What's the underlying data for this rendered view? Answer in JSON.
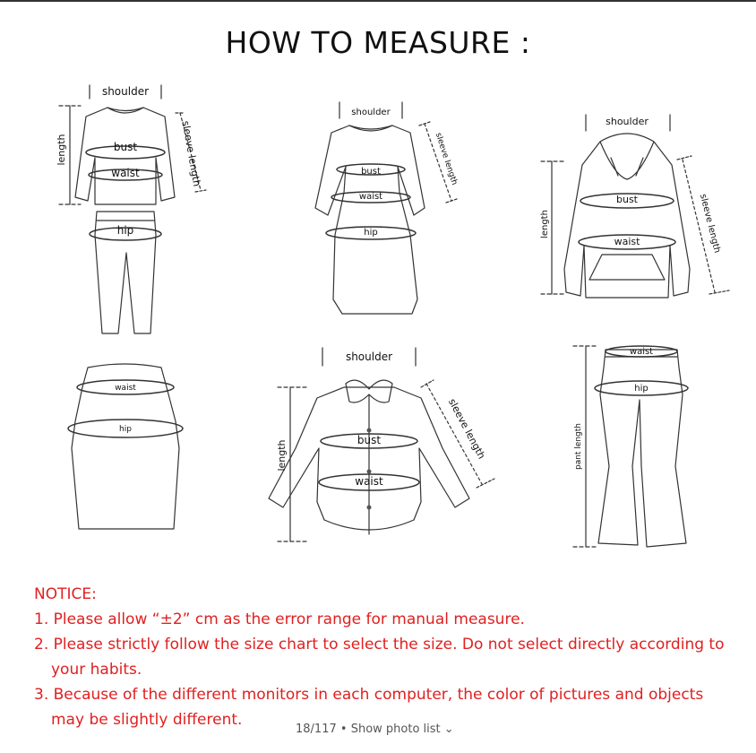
{
  "title": "HOW TO MEASURE :",
  "labels": {
    "shoulder": "shoulder",
    "bust": "bust",
    "waist": "waist",
    "hip": "hip",
    "length": "length",
    "sleeve_length": "sleeve length",
    "pant_length": "pant length"
  },
  "notice": {
    "heading": "NOTICE:",
    "line1": "1. Please allow “±2”  cm as the error range for manual measure.",
    "line2a": "2. Please strictly follow the size chart  to select the size. Do not select directly according to",
    "line2b": "your habits.",
    "line3a": "3. Because of the different monitors in each computer, the color of pictures and objects",
    "line3b": "may be slightly different."
  },
  "photo_bar": {
    "counter": "18/117",
    "separator": "•",
    "link": "Show photo list",
    "chevron": "⌄"
  },
  "colors": {
    "notice": "#e02020",
    "line": "#333333"
  }
}
